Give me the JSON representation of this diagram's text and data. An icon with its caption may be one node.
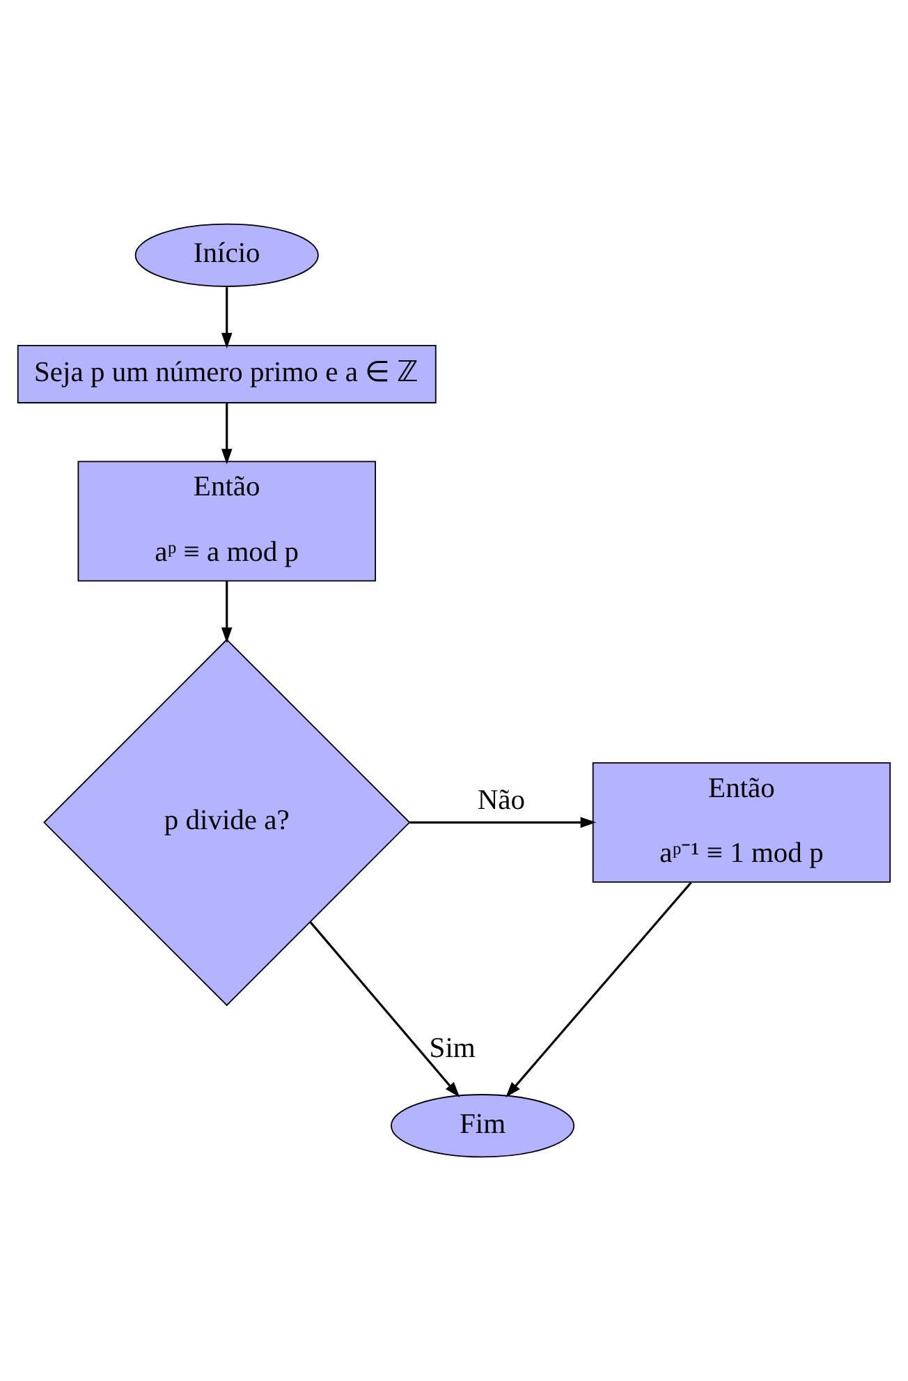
{
  "diagram": {
    "nodes": [
      {
        "text": [
          "Início"
        ]
      },
      {
        "text": [
          "Seja p um número primo e a ∈ ℤ"
        ]
      },
      {
        "text": [
          "Então",
          "aᵖ ≡ a mod p"
        ]
      },
      {
        "text": [
          "p divide a?"
        ]
      },
      {
        "text": [
          "Então",
          "aᵖ⁻¹ ≡ 1 mod p"
        ]
      },
      {
        "text": [
          "Fim"
        ]
      }
    ],
    "edges": [
      {
        "from": 0,
        "to": 1,
        "arrow": "to"
      },
      {
        "from": 1,
        "to": 2,
        "arrow": "to"
      },
      {
        "from": 2,
        "to": 3,
        "arrow": "to"
      },
      {
        "from": 3,
        "to": 4,
        "arrow": "to",
        "label": "Não"
      },
      {
        "from": 3,
        "to": 5,
        "arrow": "to",
        "label": "Sim"
      },
      {
        "from": 4,
        "to": 5,
        "arrow": "to"
      }
    ]
  }
}
